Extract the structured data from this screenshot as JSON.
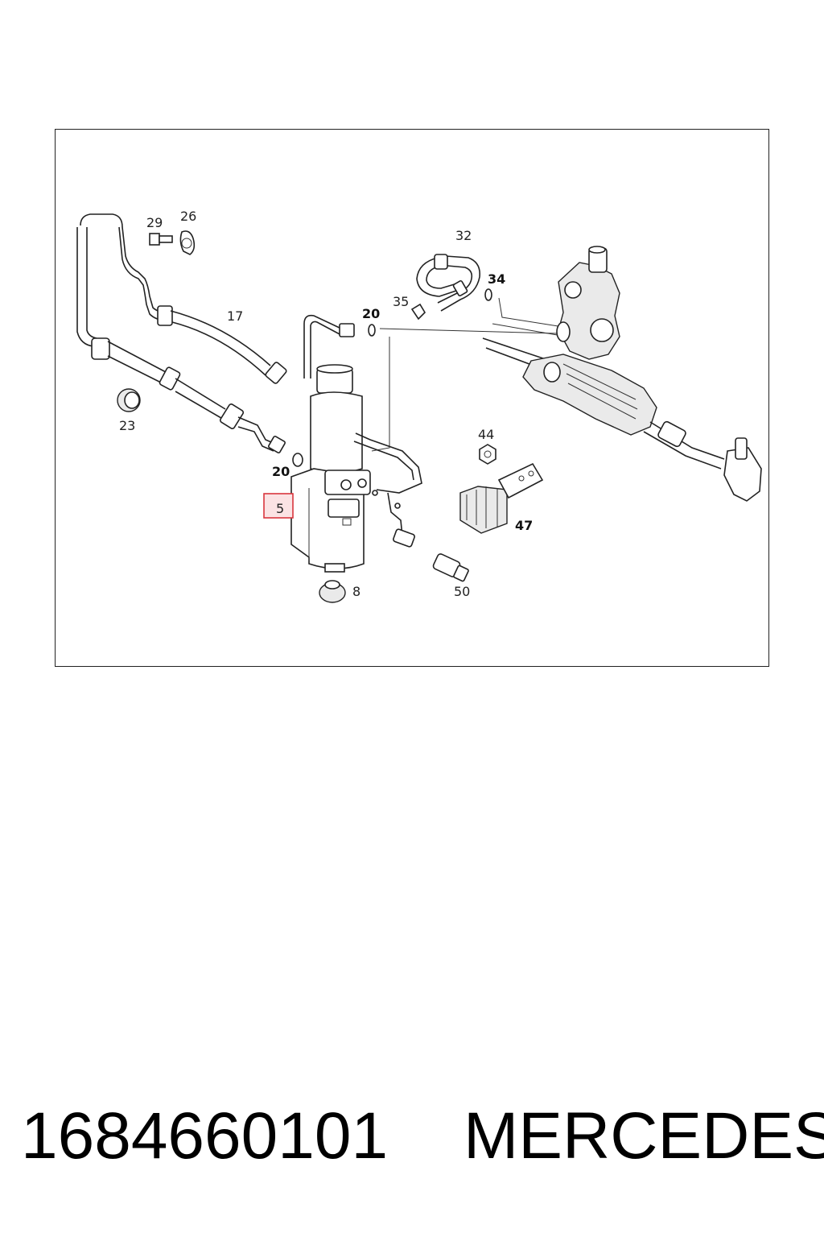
{
  "callouts": {
    "c29": "29",
    "c26": "26",
    "c17": "17",
    "c32": "32",
    "c34": "34",
    "c35": "35",
    "c20a": "20",
    "c20b": "20",
    "c23": "23",
    "c44": "44",
    "c47": "47",
    "c5": "5",
    "c8": "8",
    "c50": "50"
  },
  "footer": {
    "part_number": "1684660101",
    "brand": "MERCEDES"
  },
  "highlight_color": "#d9363e"
}
